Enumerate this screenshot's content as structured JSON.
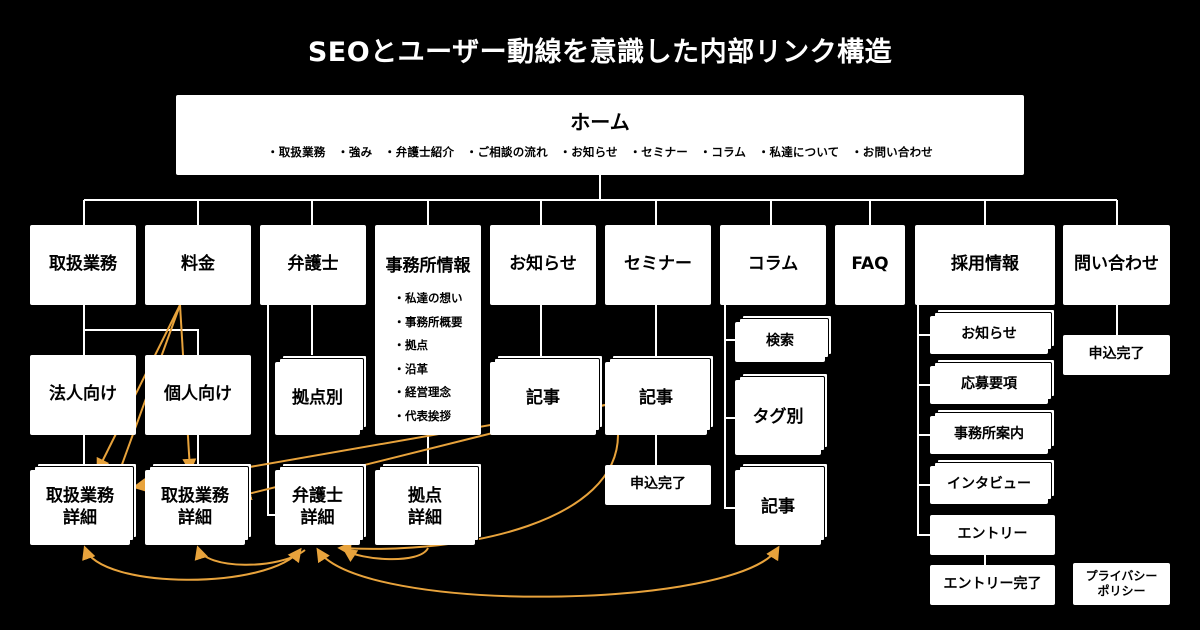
{
  "title": "SEOとユーザー動線を意識した内部リンク構造",
  "home": {
    "label": "ホーム",
    "links": "・取扱業務　・強み　・弁護士紹介　・ご相談の流れ　・お知らせ　・セミナー　・コラム　・私達について　・お問い合わせ"
  },
  "top": {
    "services": "取扱業務",
    "fees": "料金",
    "lawyers": "弁護士",
    "office": "事務所情報",
    "news": "お知らせ",
    "seminar": "セミナー",
    "column": "コラム",
    "faq": "FAQ",
    "recruit": "採用情報",
    "contact": "問い合わせ"
  },
  "office_items": [
    "・私達の想い",
    "・事務所概要",
    "・拠点",
    "・沿革",
    "・経営理念",
    "・代表挨拶"
  ],
  "second": {
    "corporate": "法人向け",
    "individual": "個人向け",
    "by_location": "拠点別",
    "news_article": "記事",
    "seminar_article": "記事",
    "column_search": "検索",
    "column_tags": "タグ別",
    "contact_done": "申込完了"
  },
  "third": {
    "services_detail_1_line1": "取扱業務",
    "services_detail_1_line2": "詳細",
    "services_detail_2_line1": "取扱業務",
    "services_detail_2_line2": "詳細",
    "lawyer_detail_line1": "弁護士",
    "lawyer_detail_line2": "詳細",
    "location_detail_line1": "拠点",
    "location_detail_line2": "詳細",
    "seminar_done": "申込完了",
    "column_article": "記事"
  },
  "recruit_items": [
    "お知らせ",
    "応募要項",
    "事務所案内",
    "インタビュー",
    "エントリー",
    "エントリー完了"
  ],
  "privacy": {
    "line1": "プライバシー",
    "line2": "ポリシー"
  },
  "colors": {
    "background": "#000000",
    "box": "#ffffff",
    "tree_line": "#ffffff",
    "link_arrow": "#e8a33c"
  }
}
